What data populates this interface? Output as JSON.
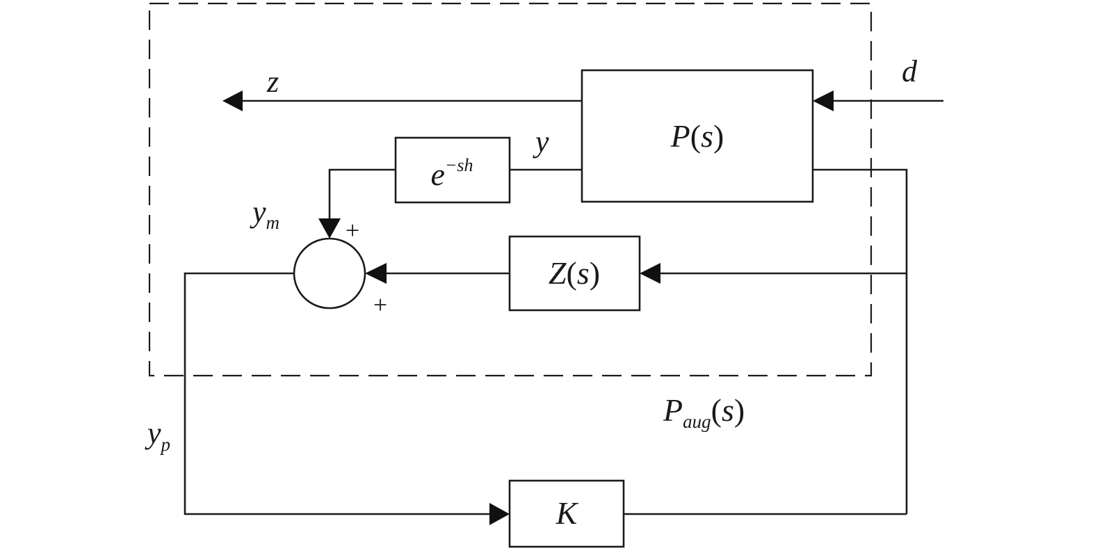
{
  "blocks": {
    "plant": {
      "name": "P",
      "arg": "s"
    },
    "delay": {
      "base": "e",
      "exponent": "−sh"
    },
    "filter": {
      "name": "Z",
      "arg": "s"
    },
    "controller": {
      "name": "K"
    }
  },
  "signals": {
    "z": "z",
    "d": "d",
    "y": "y",
    "ym_base": "y",
    "ym_sub": "m",
    "yp_base": "y",
    "yp_sub": "p"
  },
  "summing_junction": {
    "sign_top": "+",
    "sign_bottom": "+"
  },
  "augmented_plant": {
    "name": "P",
    "sub": "aug",
    "arg": "s"
  }
}
